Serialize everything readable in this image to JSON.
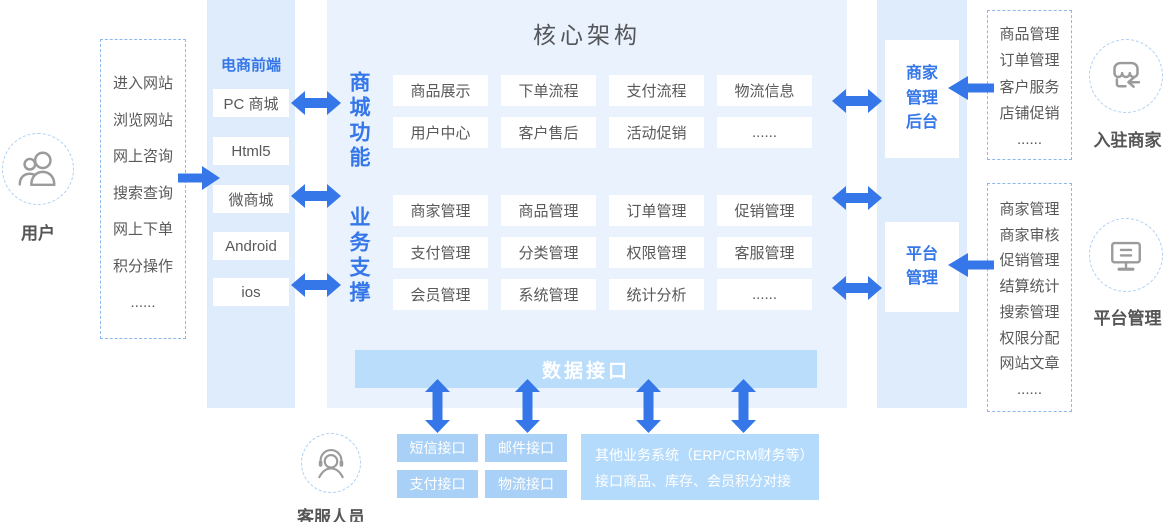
{
  "colors": {
    "accent_blue": "#3577e8",
    "side_panel_bg": "#dfecfb",
    "core_bg": "#e9f2fd",
    "data_bar_bg": "#b9ddfb",
    "interface_box_bg": "#a9d1f7",
    "other_system_box_bg": "#b4dbfb",
    "text_gray": "#595959"
  },
  "user": {
    "label": "用户",
    "actions": [
      "进入网站",
      "浏览网站",
      "网上咨询",
      "搜索查询",
      "网上下单",
      "积分操作",
      "......"
    ]
  },
  "frontend": {
    "title": "电商前端",
    "channels": [
      "PC 商城",
      "Html5",
      "微商城",
      "Android",
      "ios"
    ]
  },
  "core": {
    "title": "核心架构",
    "mall_label": "商城功能",
    "mall_cells": [
      "商品展示",
      "下单流程",
      "支付流程",
      "物流信息",
      "用户中心",
      "客户售后",
      "活动促销",
      "......"
    ],
    "biz_label": "业务支撑",
    "biz_cells": [
      "商家管理",
      "商品管理",
      "订单管理",
      "促销管理",
      "支付管理",
      "分类管理",
      "权限管理",
      "客服管理",
      "会员管理",
      "系统管理",
      "统计分析",
      "......"
    ],
    "data_bar": "数据接口"
  },
  "interfaces": {
    "boxes": [
      "短信接口",
      "邮件接口",
      "支付接口",
      "物流接口"
    ],
    "other_system_line1": "其他业务系统（ERP/CRM财务等）",
    "other_system_line2": "接口商品、库存、会员积分对接"
  },
  "service": {
    "label": "客服人员"
  },
  "backend": {
    "merchant_lines": [
      "商家",
      "管理",
      "后台"
    ],
    "platform_lines": [
      "平台",
      "管理"
    ]
  },
  "merchant_side": {
    "items": [
      "商品管理",
      "订单管理",
      "客户服务",
      "店铺促销",
      "......"
    ],
    "label": "入驻商家"
  },
  "platform_side": {
    "items": [
      "商家管理",
      "商家审核",
      "促销管理",
      "结算统计",
      "搜索管理",
      "权限分配",
      "网站文章",
      "......"
    ],
    "label": "平台管理"
  }
}
